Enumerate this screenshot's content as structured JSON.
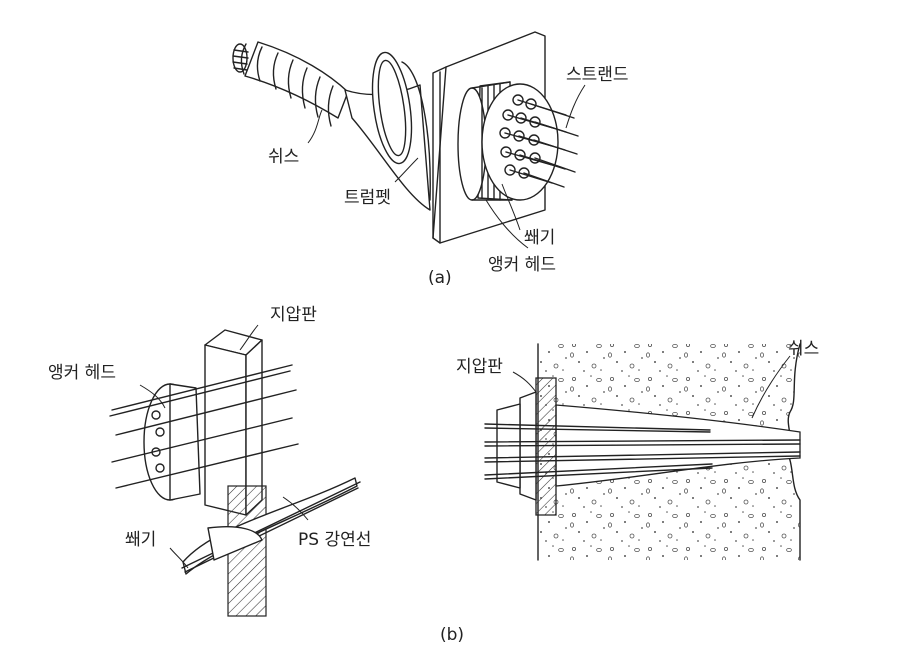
{
  "figure_a": {
    "caption": "(a)",
    "labels": {
      "sheath": "쉬스",
      "trumpet": "트럼펫",
      "strand": "스트랜드",
      "wedge": "쐐기",
      "anchor_head": "앵커 헤드"
    }
  },
  "figure_b": {
    "caption": "(b)",
    "left": {
      "bearing_plate": "지압판",
      "anchor_head": "앵커 헤드",
      "wedge": "쐐기",
      "ps_strand": "PS 강연선"
    },
    "right": {
      "bearing_plate": "지압판",
      "sheath": "쉬스"
    }
  }
}
